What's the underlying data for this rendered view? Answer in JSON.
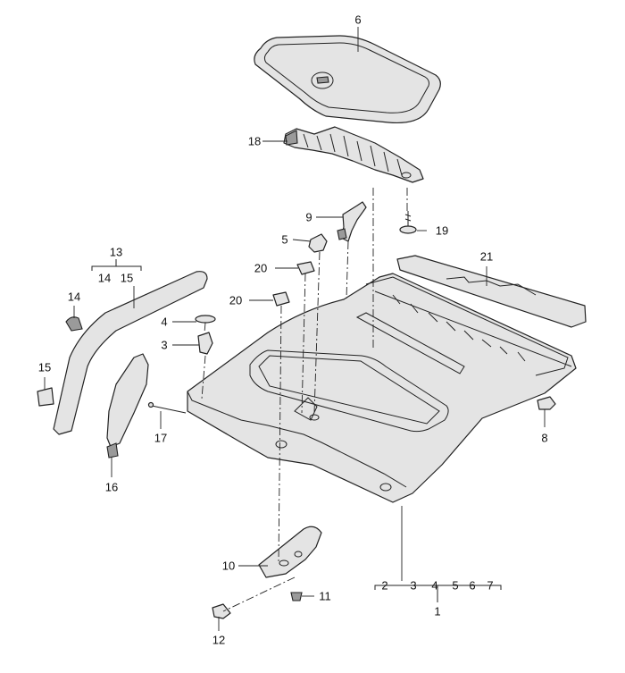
{
  "callouts": {
    "c1": "1",
    "c2": "2",
    "c3": "3",
    "c3b": "3",
    "c4": "4",
    "c4b": "4",
    "c5": "5",
    "c5b": "5",
    "c6": "6",
    "c6b": "6",
    "c7": "7",
    "c8": "8",
    "c9": "9",
    "c10": "10",
    "c11": "11",
    "c12": "12",
    "c13": "13",
    "c14": "14",
    "c14b": "14",
    "c15": "15",
    "c15b": "15",
    "c16": "16",
    "c17": "17",
    "c18": "18",
    "c19": "19",
    "c20a": "20",
    "c20b": "20",
    "c21": "21"
  }
}
